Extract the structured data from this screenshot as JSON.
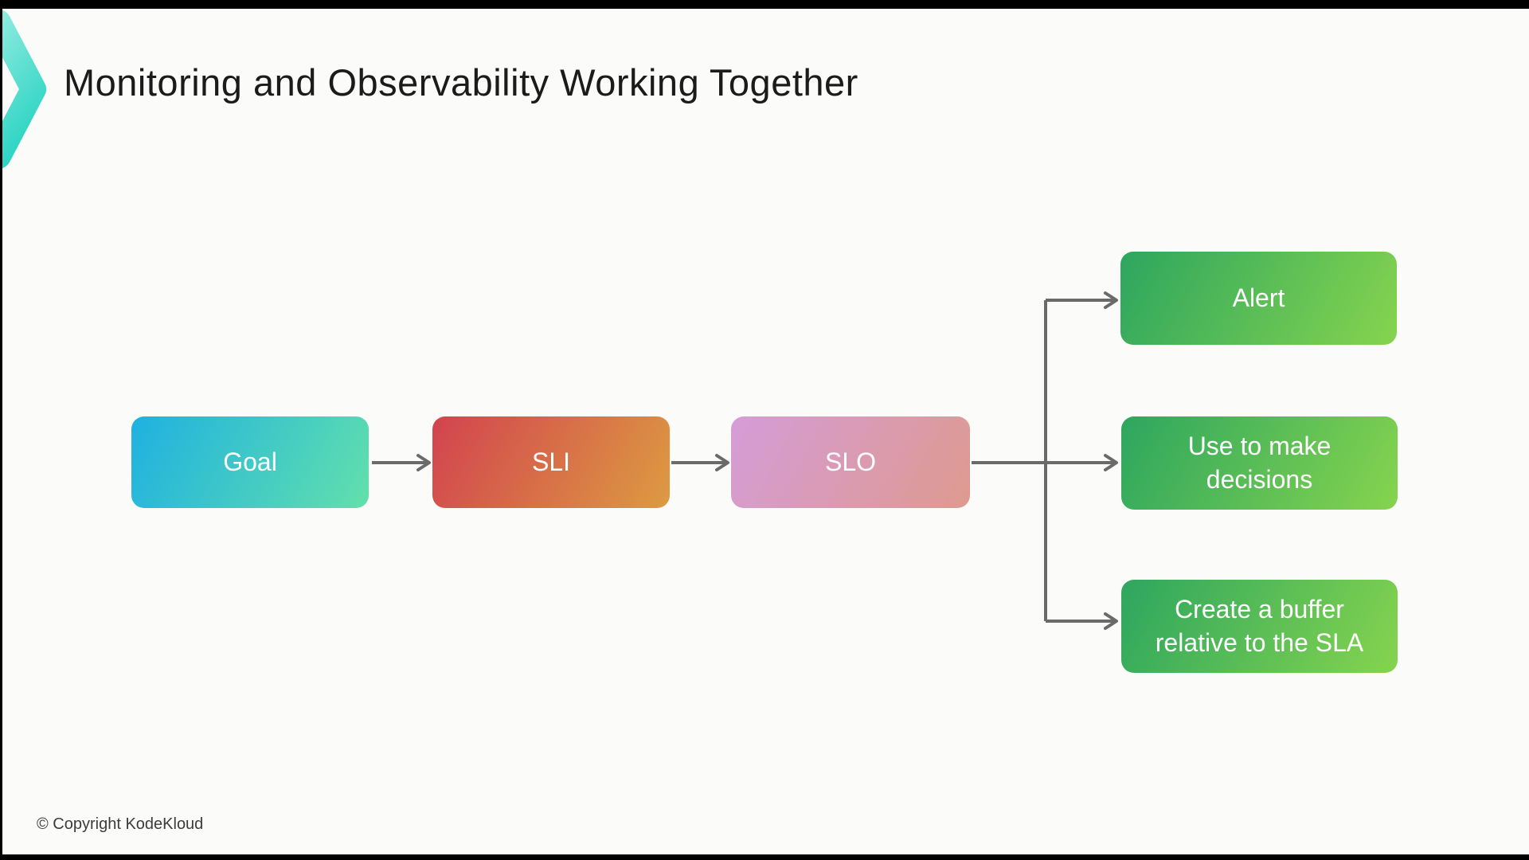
{
  "slide": {
    "title": "Monitoring and Observability Working Together",
    "copyright": "© Copyright KodeKloud",
    "background_color": "#fbfbfa",
    "frame_color": "#000000",
    "title_color": "#1b1b1b",
    "logo": {
      "name": "kodekloud-chevron-logo",
      "gradient": [
        "#8ceade",
        "#31d5c5"
      ]
    }
  },
  "diagram": {
    "type": "flowchart",
    "connector_color": "#6a6a6a",
    "nodes": [
      {
        "id": "goal",
        "label": "Goal",
        "gradient": [
          "#1eb1e1",
          "#62e0ac"
        ]
      },
      {
        "id": "sli",
        "label": "SLI",
        "gradient": [
          "#d2434f",
          "#dd9b41"
        ]
      },
      {
        "id": "slo",
        "label": "SLO",
        "gradient": [
          "#d59cd8",
          "#de9a8e"
        ]
      },
      {
        "id": "alert",
        "label": "Alert",
        "gradient": [
          "#2da65f",
          "#86d44e"
        ]
      },
      {
        "id": "decisions",
        "label": "Use to make decisions",
        "gradient": [
          "#2da65f",
          "#86d44e"
        ]
      },
      {
        "id": "buffer",
        "label": "Create a buffer relative to the SLA",
        "gradient": [
          "#2da65f",
          "#86d44e"
        ]
      }
    ],
    "edges": [
      {
        "from": "goal",
        "to": "sli"
      },
      {
        "from": "sli",
        "to": "slo"
      },
      {
        "from": "slo",
        "to": "alert"
      },
      {
        "from": "slo",
        "to": "decisions"
      },
      {
        "from": "slo",
        "to": "buffer"
      }
    ]
  }
}
